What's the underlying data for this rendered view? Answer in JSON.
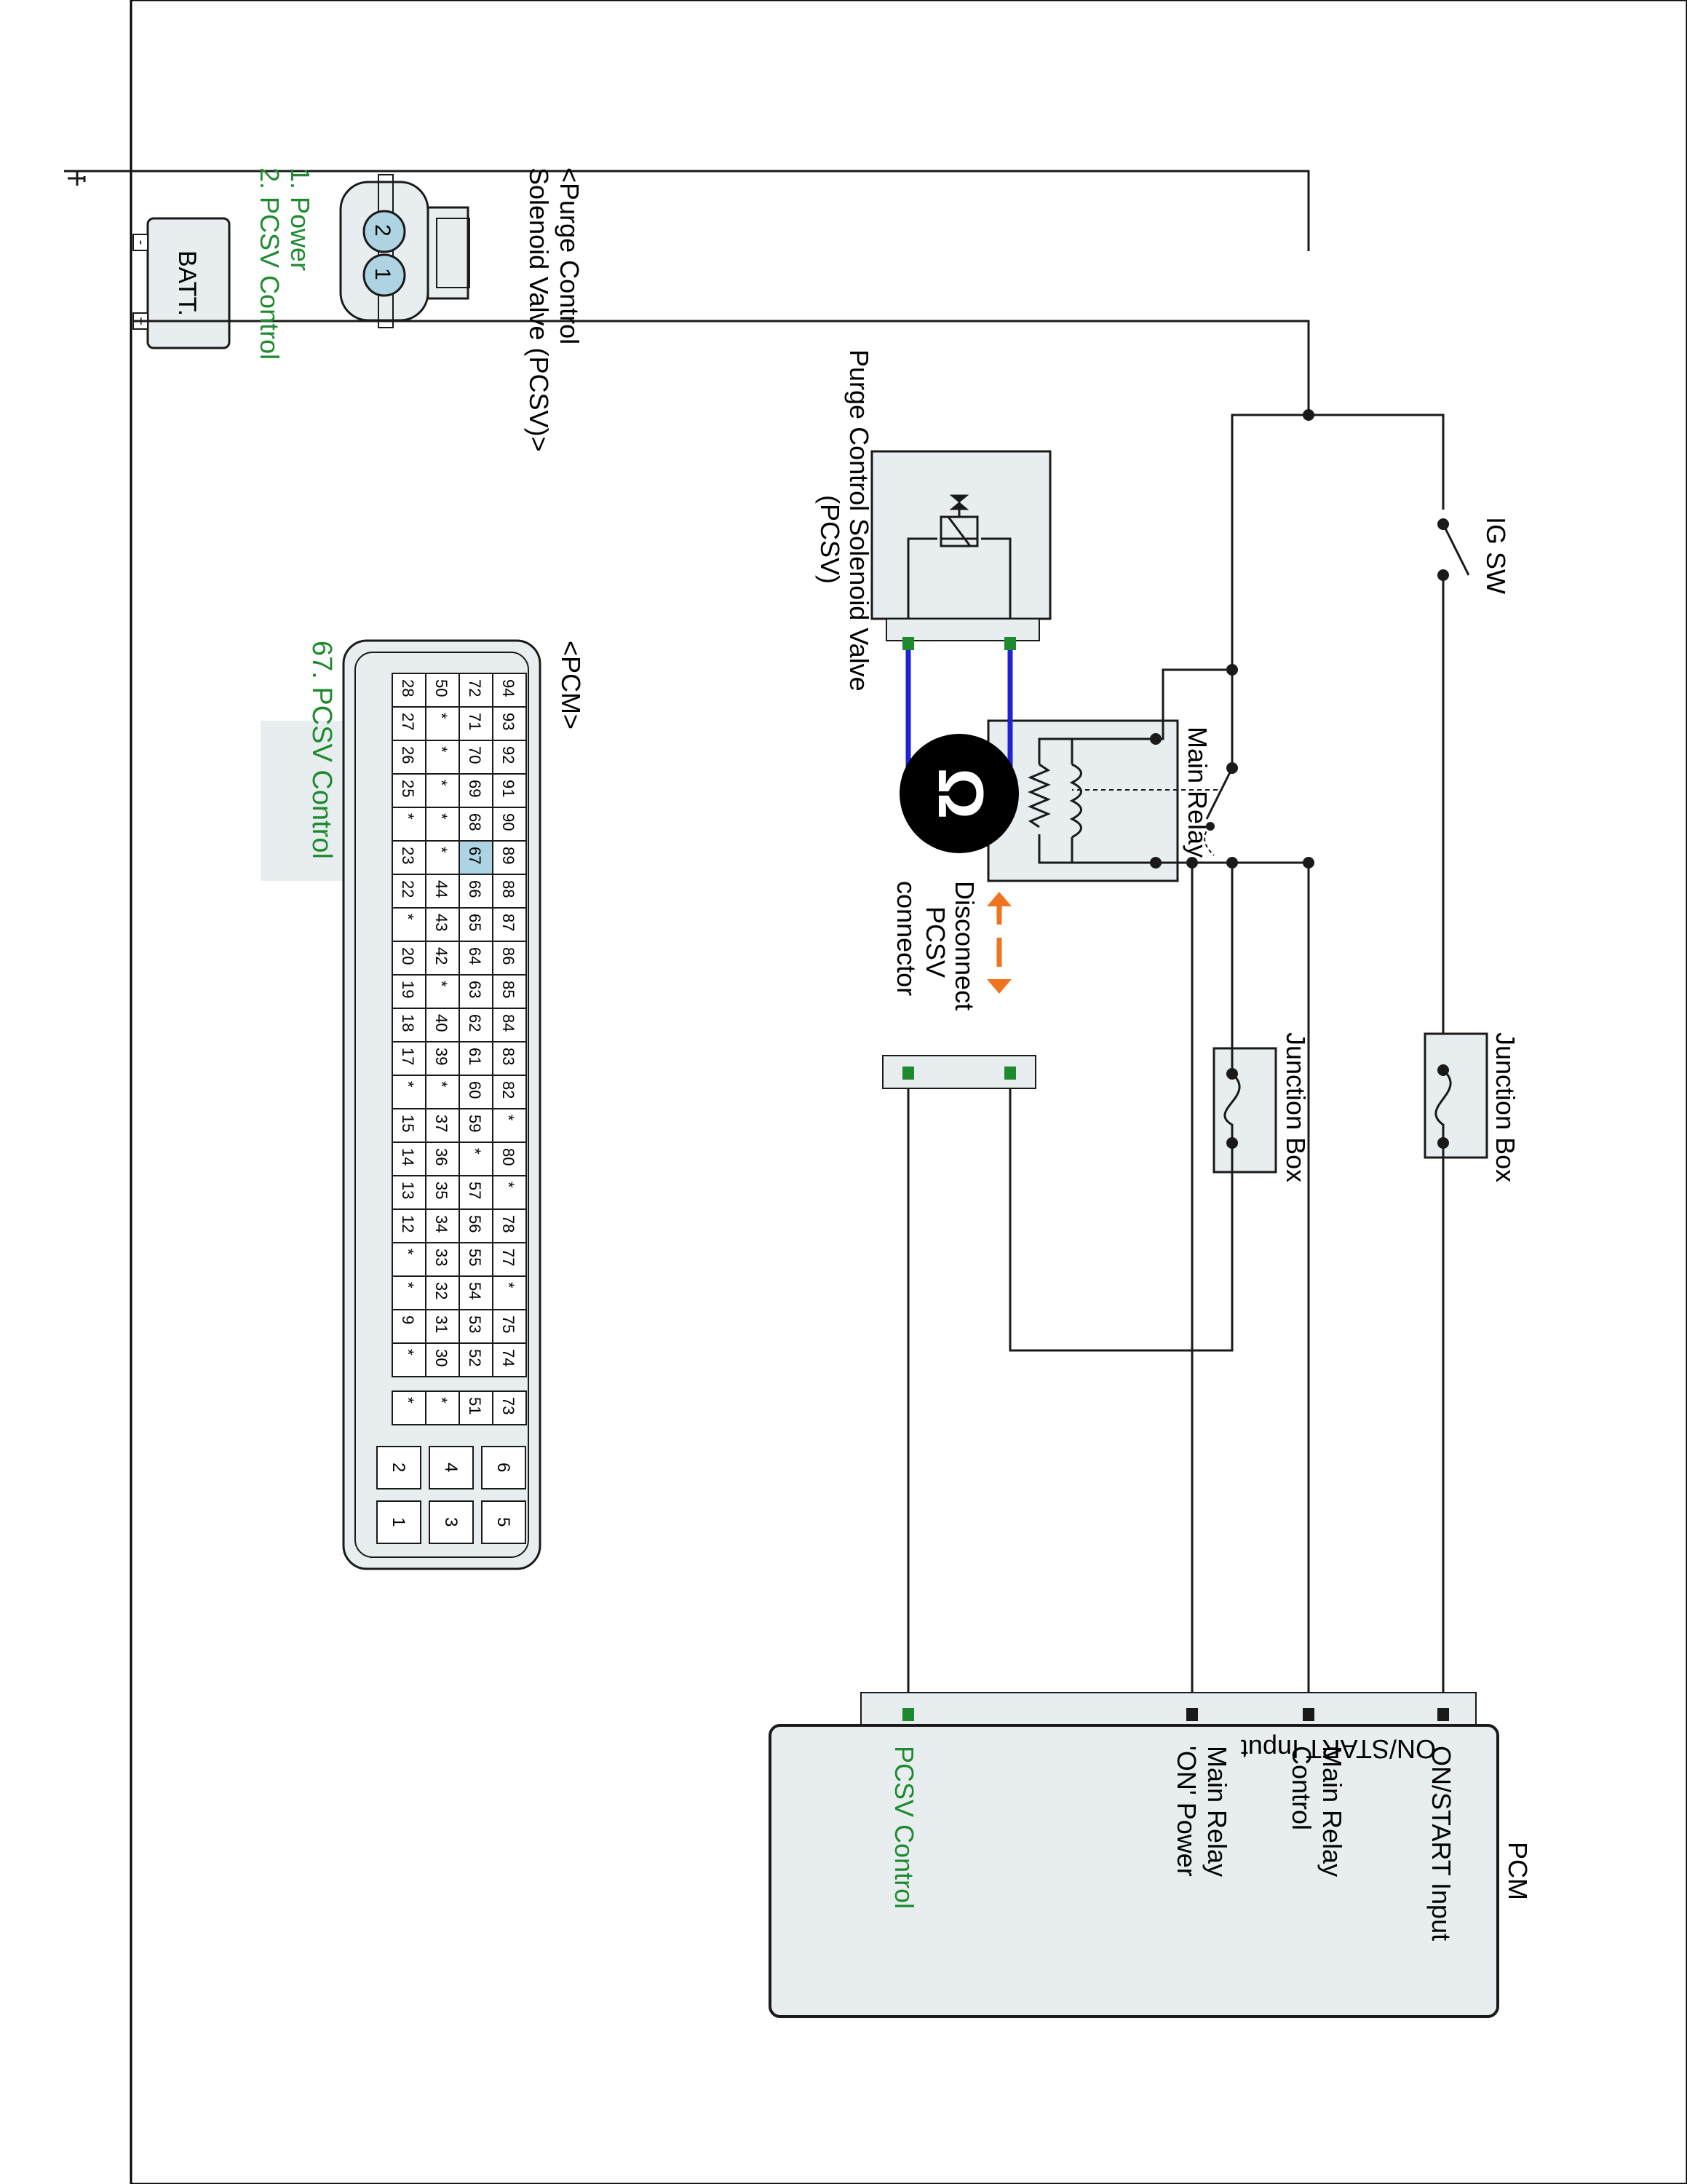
{
  "colors": {
    "wire": "#1a1a1a",
    "wire_blue": "#1f22d6",
    "pin_green": "#1e8a2e",
    "label_green": "#1e8a2e",
    "arrow_orange": "#f07420",
    "box_fill": "#e8eef0",
    "highlight_cell": "#aed3e3"
  },
  "battery": {
    "label": "BATT.",
    "minus": "-",
    "plus": "+"
  },
  "ig_switch": {
    "label": "IG SW"
  },
  "main_relay": {
    "label": "Main Relay"
  },
  "junction_box_1": {
    "label": "Junction Box"
  },
  "junction_box_2": {
    "label": "Junction Box"
  },
  "pcsv_component": {
    "label_line1": "Purge Control Solenoid Valve",
    "label_line2": "(PCSV)"
  },
  "disconnect": {
    "line1": "Disconnect",
    "line2": "PCSV",
    "line3": "connector",
    "icon": "ohmmeter-icon",
    "symbol": "Ω"
  },
  "pcm_box": {
    "title": "PCM",
    "pins": [
      {
        "label_line1": "ON/START Input",
        "label_line2": ""
      },
      {
        "label_line1": "Main Relay",
        "label_line2": "Control"
      },
      {
        "label_line1": "Main Relay",
        "label_line2": "'ON' Power"
      },
      {
        "label_line1": "PCSV Control",
        "label_line2": ""
      }
    ]
  },
  "pcsv_connector_view": {
    "title_line1": "<Purge Control",
    "title_line2": "Solenoid Valve (PCSV)>",
    "pin1": "1",
    "pin2": "2",
    "pin_list": [
      "1. Power",
      "2. PCSV Control"
    ]
  },
  "pcm_connector_view": {
    "title": "<PCM>",
    "highlight_label": "67. PCSV Control",
    "rows": [
      [
        "94",
        "93",
        "92",
        "91",
        "90",
        "89",
        "88",
        "87",
        "86",
        "85",
        "84",
        "83",
        "82",
        "*",
        "80",
        "*",
        "78",
        "77",
        "*",
        "75",
        "74"
      ],
      [
        "72",
        "71",
        "70",
        "69",
        "68",
        "67",
        "66",
        "65",
        "64",
        "63",
        "62",
        "61",
        "60",
        "59",
        "*",
        "57",
        "56",
        "55",
        "54",
        "53",
        "52"
      ],
      [
        "50",
        "*",
        "*",
        "*",
        "*",
        "*",
        "44",
        "43",
        "42",
        "*",
        "40",
        "39",
        "*",
        "37",
        "36",
        "35",
        "34",
        "33",
        "32",
        "31",
        "30"
      ],
      [
        "28",
        "27",
        "26",
        "25",
        "*",
        "23",
        "22",
        "*",
        "20",
        "19",
        "18",
        "17",
        "*",
        "15",
        "14",
        "13",
        "12",
        "*",
        "*",
        "9",
        "*"
      ]
    ],
    "small_block": [
      "73",
      "51",
      "*",
      "*"
    ],
    "power_pins": [
      [
        "6",
        "5"
      ],
      [
        "4",
        "3"
      ],
      [
        "2",
        "1"
      ]
    ],
    "highlight": "67"
  }
}
